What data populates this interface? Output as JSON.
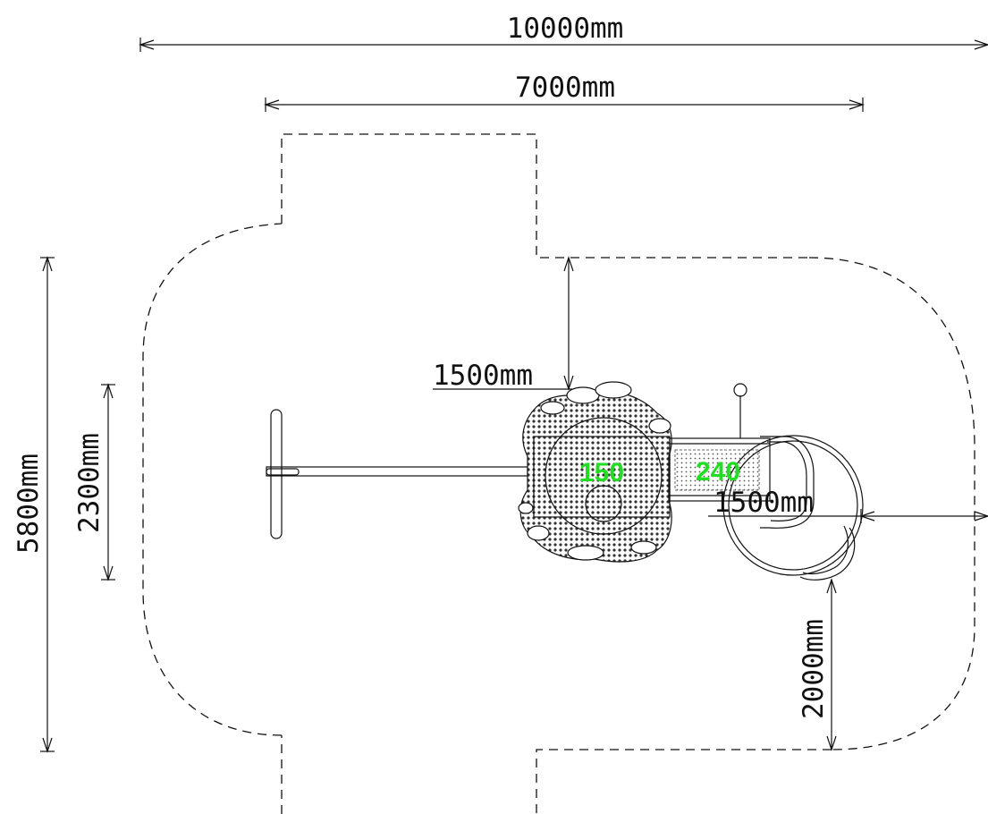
{
  "dimensions": {
    "overall_width": "10000mm",
    "equipment_width": "7000mm",
    "overall_depth": "5800mm",
    "inner_depth": "2300mm",
    "clearance_top": "1500mm",
    "clearance_right": "1500mm",
    "clearance_bottom": "2000mm"
  },
  "equipment": {
    "platform_height_label": "150",
    "deck_height_label": "240"
  },
  "colors": {
    "line": "#111111",
    "tag_green": "#22dd22",
    "hatch": "#555555"
  }
}
